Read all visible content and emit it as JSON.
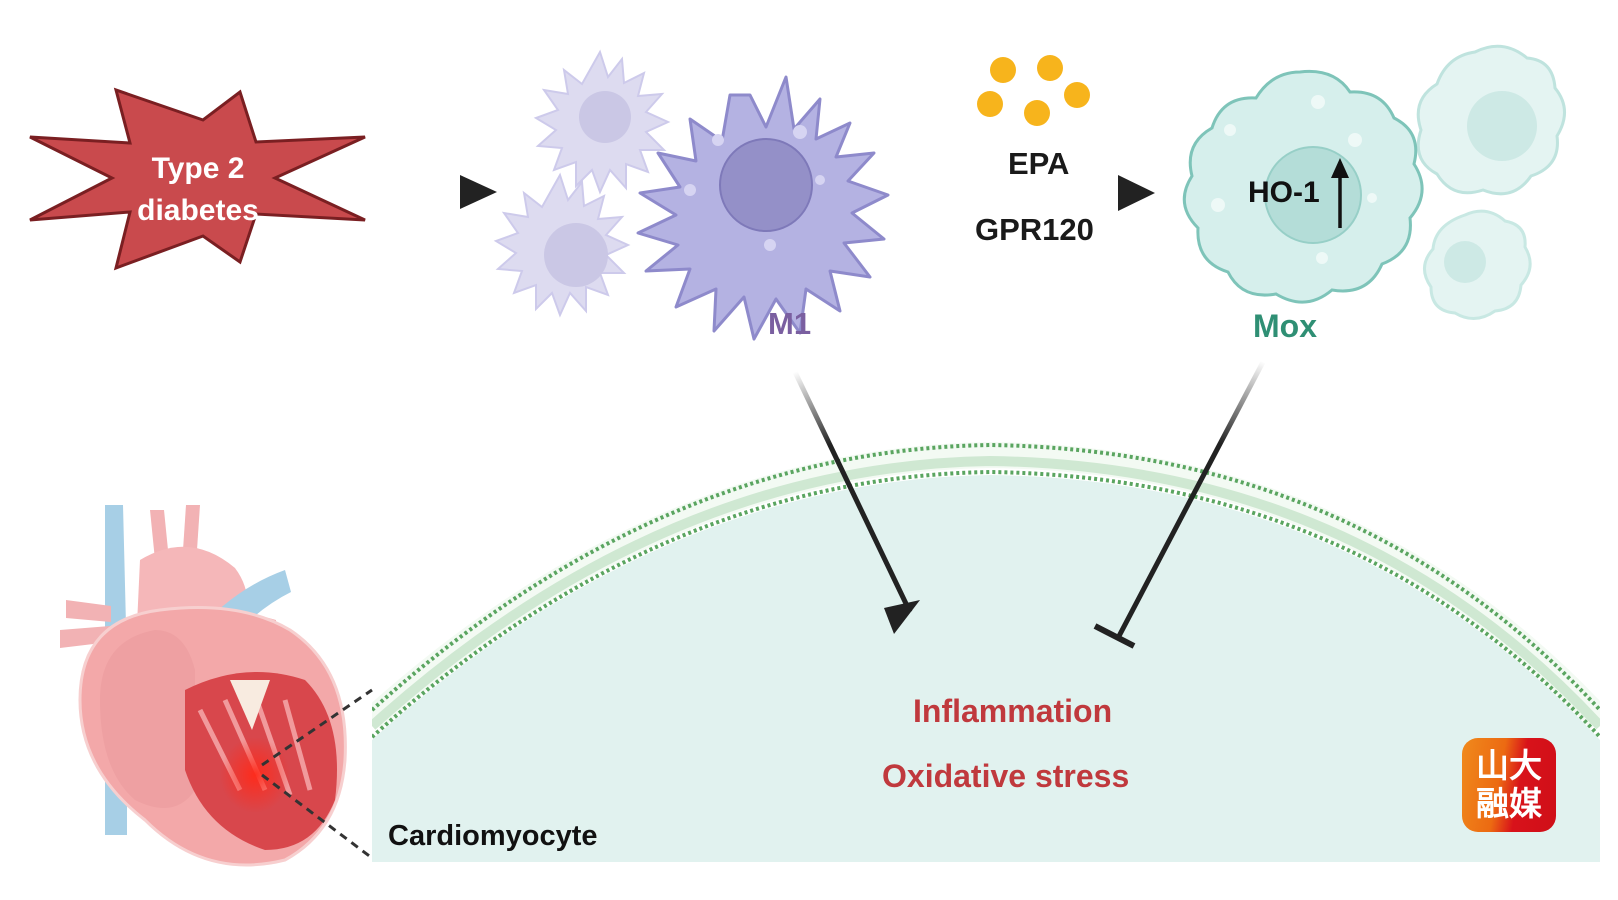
{
  "diagram": {
    "title": "EPA–GPR120 reprogramming of M1 macrophages to Mox in diabetic cardiomyopathy",
    "trigger": {
      "label_line1": "Type 2",
      "label_line2": "diabetes",
      "color": "#c94a4d"
    },
    "m1": {
      "label": "M1",
      "color": "#7a5fa0",
      "cell_color": "#b4b2e2",
      "nucleus_color": "#9490c8"
    },
    "treatment": {
      "top_label": "EPA",
      "bottom_label": "GPR120",
      "particle_color": "#f7b41c"
    },
    "mox": {
      "label": "Mox",
      "marker": "HO-1",
      "marker_direction": "up",
      "color": "#2f8f74",
      "cell_color": "#d6efec",
      "nucleus_color": "#b4ddd8"
    },
    "outcomes": {
      "line1": "Inflammation",
      "line2": "Oxidative stress",
      "color": "#c0393d"
    },
    "target_cell": {
      "label": "Cardiomyocyte",
      "fill": "#e1f2ef",
      "membrane_color": "#5aa560"
    },
    "edges": [
      {
        "from": "Type 2 diabetes",
        "to": "M1",
        "type": "activation"
      },
      {
        "from": "M1",
        "to": "Mox",
        "type": "activation",
        "via": "EPA / GPR120"
      },
      {
        "from": "M1",
        "to": "Inflammation / Oxidative stress",
        "type": "activation"
      },
      {
        "from": "Mox",
        "to": "Inflammation / Oxidative stress",
        "type": "inhibition"
      }
    ],
    "watermark": {
      "line1": "山大",
      "line2": "融媒"
    }
  }
}
